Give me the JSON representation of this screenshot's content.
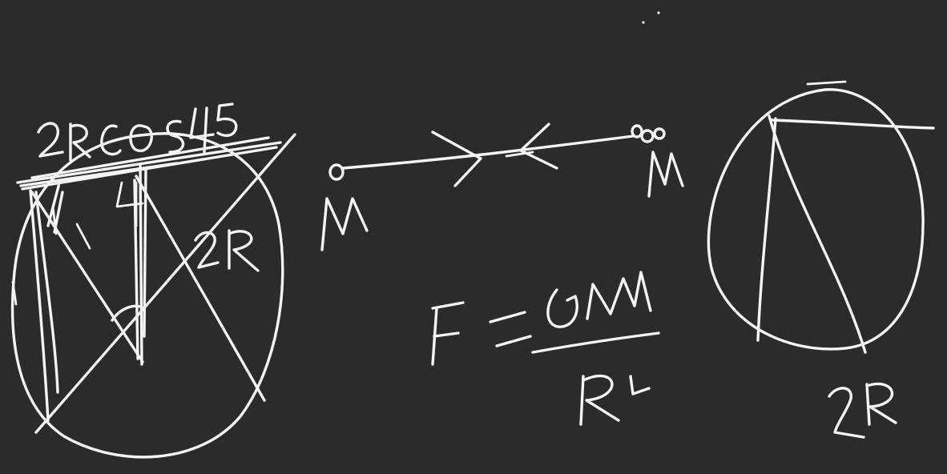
{
  "canvas": {
    "background": "#2a2b2d",
    "ink_color": "#f4f4f4"
  },
  "left_figure": {
    "top_label": "2RCOS45",
    "chord_labels": [
      "1",
      "4"
    ],
    "diagonal_label": "2R"
  },
  "two_masses": {
    "left_mass_label": "M",
    "right_mass_label": "M"
  },
  "formula": {
    "lhs": "F",
    "equals": "=",
    "numerator": "GM",
    "denominator": "R",
    "exponent": "2"
  },
  "right_figure": {
    "bottom_label": "2R"
  }
}
